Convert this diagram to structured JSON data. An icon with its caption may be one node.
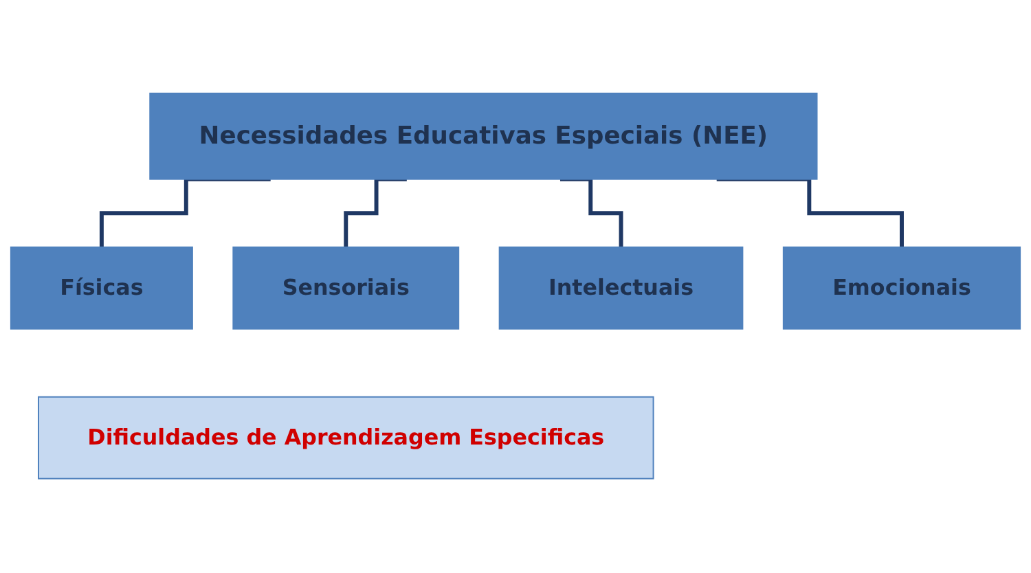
{
  "diagram": {
    "nodes": [
      {
        "text": [
          "Necessidades Educativas Especiais (NEE)"
        ]
      },
      {
        "text": [
          "Físicas"
        ]
      },
      {
        "text": [
          "Sensoriais"
        ]
      },
      {
        "text": [
          "Intelectuais"
        ]
      },
      {
        "text": [
          "Emocionais"
        ]
      },
      {
        "text": [
          "Dificuldades de Aprendizagem Especificas"
        ]
      }
    ],
    "edges": [
      {
        "from": 0,
        "to": 1,
        "arrow": "none"
      },
      {
        "from": 0,
        "to": 2,
        "arrow": "none"
      },
      {
        "from": 0,
        "to": 3,
        "arrow": "none"
      },
      {
        "from": 0,
        "to": 4,
        "arrow": "none"
      }
    ]
  }
}
